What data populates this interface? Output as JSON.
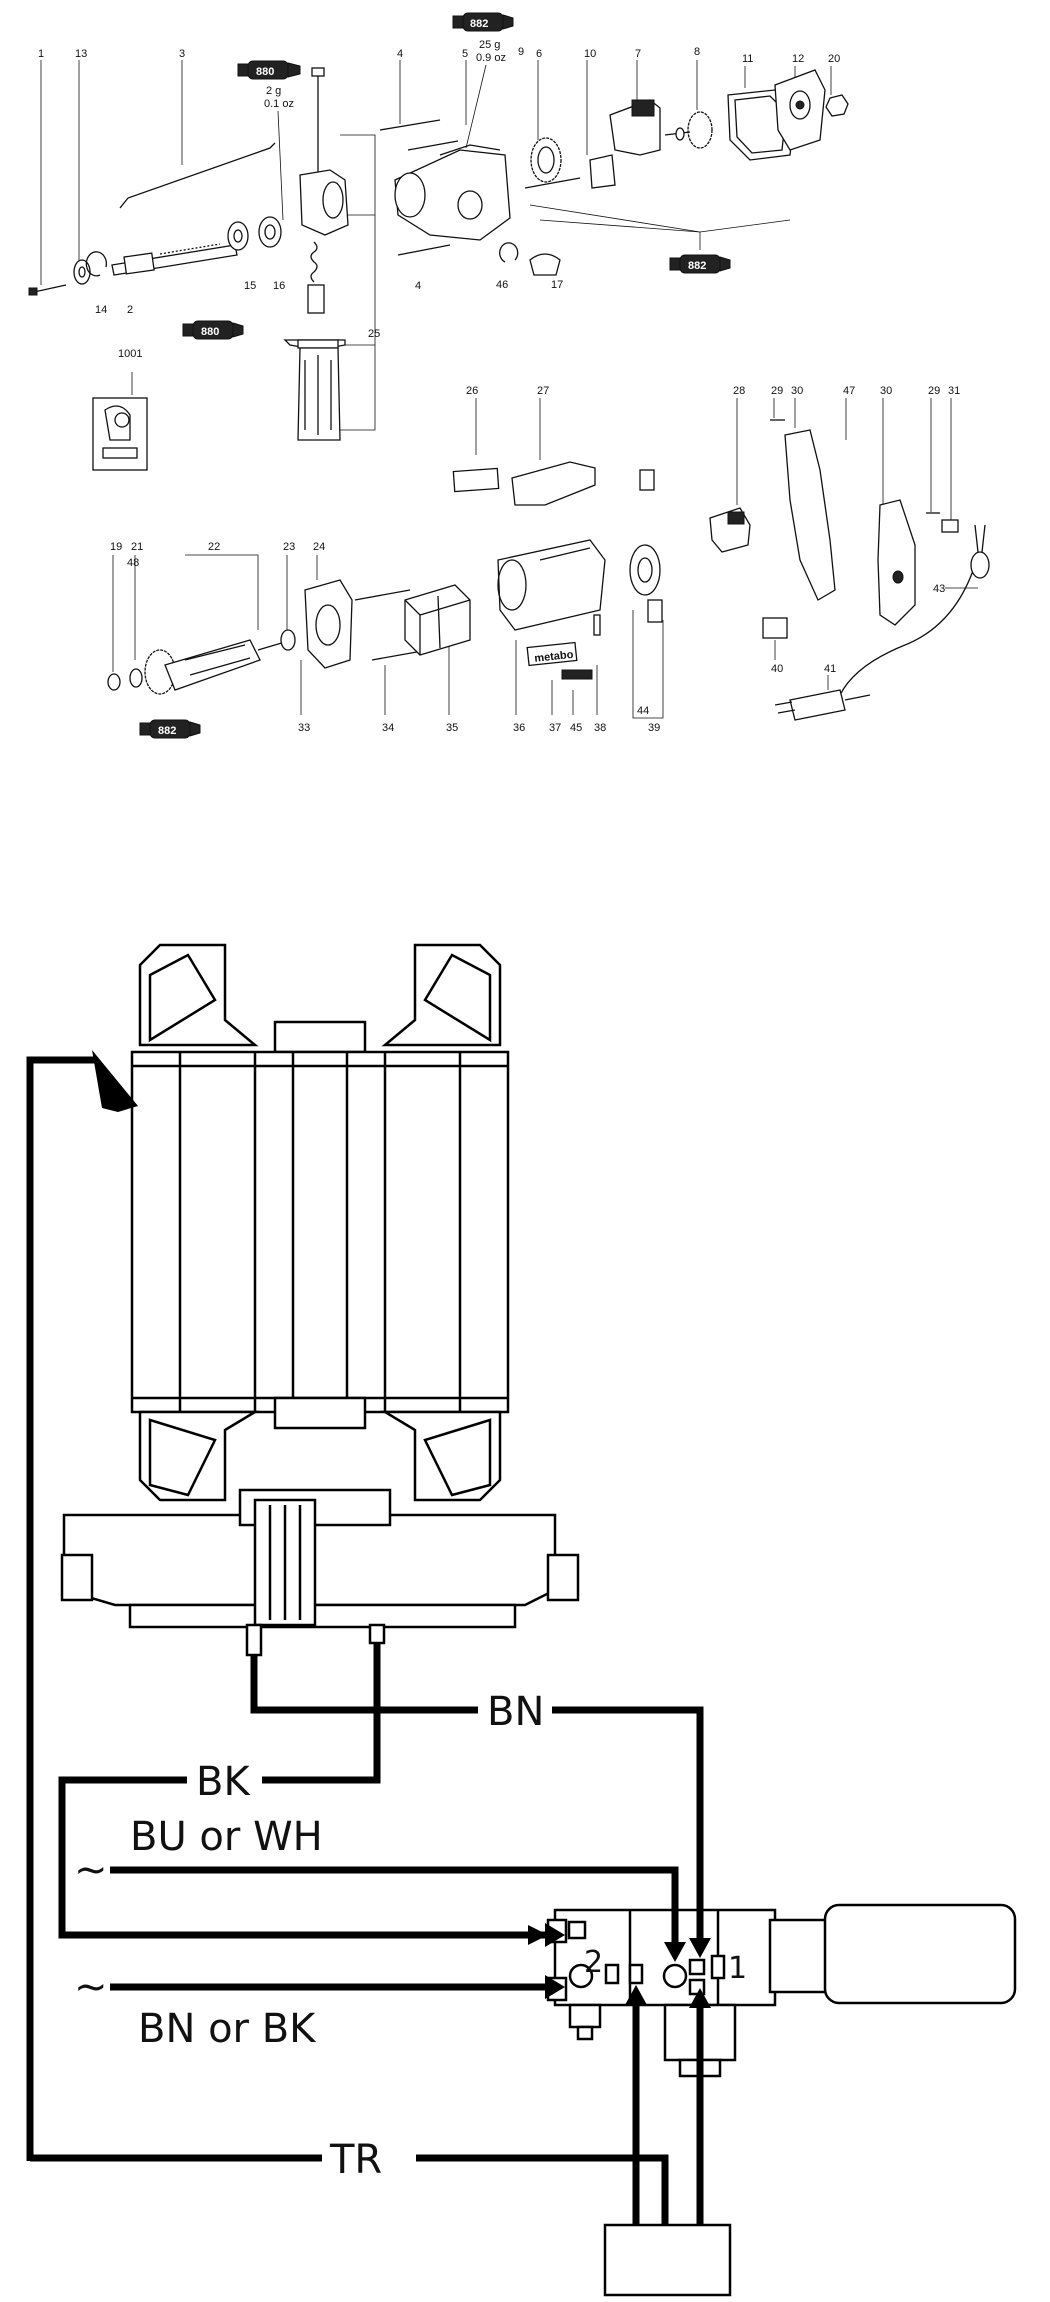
{
  "exploded_view": {
    "part_numbers": [
      "1",
      "13",
      "3",
      "880",
      "2 g",
      "0.1 oz",
      "4",
      "5",
      "882",
      "25 g",
      "0.9 oz",
      "9",
      "6",
      "10",
      "7",
      "8",
      "11",
      "12",
      "20",
      "14",
      "2",
      "15",
      "16",
      "25",
      "4",
      "46",
      "17",
      "882",
      "880",
      "1001",
      "26",
      "27",
      "28",
      "29",
      "30",
      "47",
      "30",
      "29",
      "31",
      "19",
      "21",
      "22",
      "23",
      "24",
      "48",
      "33",
      "34",
      "35",
      "36",
      "37",
      "45",
      "38",
      "44",
      "39",
      "40",
      "41",
      "43",
      "882"
    ],
    "tubes": {
      "a": "880",
      "b": "882",
      "c": "882",
      "d": "880",
      "e": "882"
    },
    "amounts": {
      "tube_882_top": [
        "25 g",
        "0.9 oz"
      ],
      "tube_880_top": [
        "2 g",
        "0.1 oz"
      ]
    },
    "brand_label": "metabo"
  },
  "wiring": {
    "labels": {
      "bn": "BN",
      "bk": "BK",
      "bu_or_wh": "BU or WH",
      "bn_or_bk": "BN or BK",
      "tr": "TR",
      "tilde_top": "~",
      "tilde_bottom": "~",
      "terminal_2": "2",
      "terminal_1": "1"
    }
  }
}
